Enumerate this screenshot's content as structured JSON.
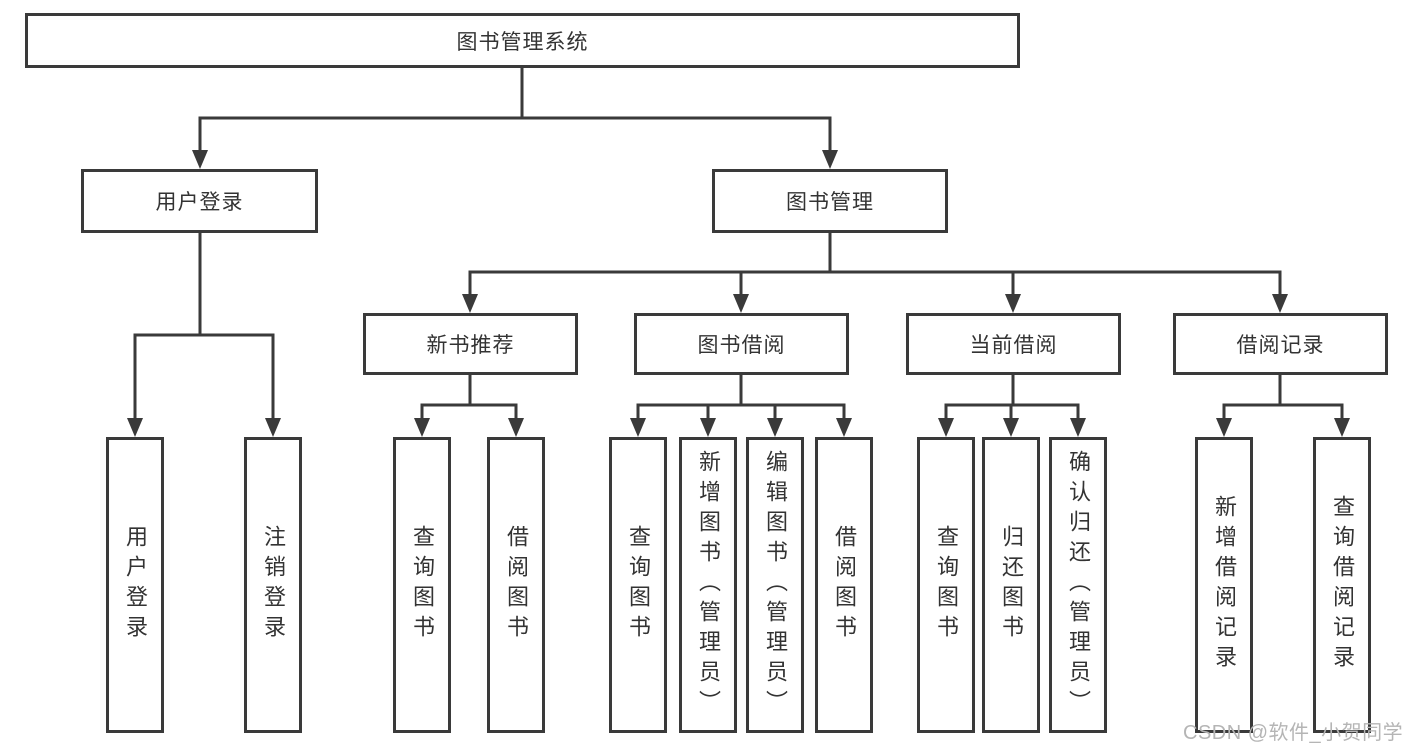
{
  "diagram": {
    "title": "图书管理系统",
    "user_login": {
      "label": "用户登录",
      "children": [
        {
          "label": "用户登录"
        },
        {
          "label": "注销登录"
        }
      ]
    },
    "book_management": {
      "label": "图书管理",
      "children": [
        {
          "label": "新书推荐",
          "children": [
            {
              "label": "查询图书"
            },
            {
              "label": "借阅图书"
            }
          ]
        },
        {
          "label": "图书借阅",
          "children": [
            {
              "label": "查询图书"
            },
            {
              "label": "新增图书（管理员）"
            },
            {
              "label": "编辑图书（管理员）"
            },
            {
              "label": "借阅图书"
            }
          ]
        },
        {
          "label": "当前借阅",
          "children": [
            {
              "label": "查询图书"
            },
            {
              "label": "归还图书"
            },
            {
              "label": "确认归还（管理员）"
            }
          ]
        },
        {
          "label": "借阅记录",
          "children": [
            {
              "label": "新增借阅记录"
            },
            {
              "label": "查询借阅记录"
            }
          ]
        }
      ]
    }
  },
  "watermark": {
    "text": "CSDN @软件_小贺同学"
  },
  "colors": {
    "line": "#3a3a3a",
    "text": "#333333",
    "background": "#ffffff",
    "watermark": "#b5b5b5"
  }
}
